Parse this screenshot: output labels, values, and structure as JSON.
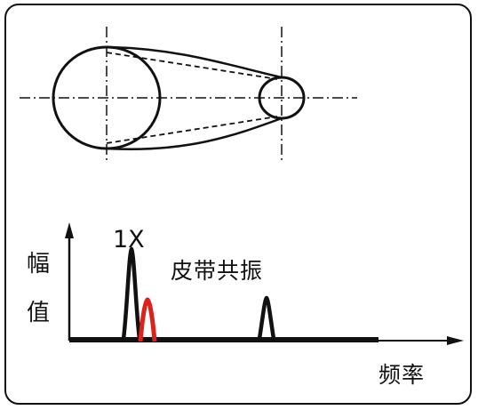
{
  "labels": {
    "harmonic_1x": "1X",
    "belt_resonance": "皮带共振",
    "y_axis_char_1": "幅",
    "y_axis_char_2": "值",
    "x_axis": "频率"
  },
  "colors": {
    "ink": "#111111",
    "belt_resonance_peak": "#e0201a",
    "background": "#ffffff"
  }
}
